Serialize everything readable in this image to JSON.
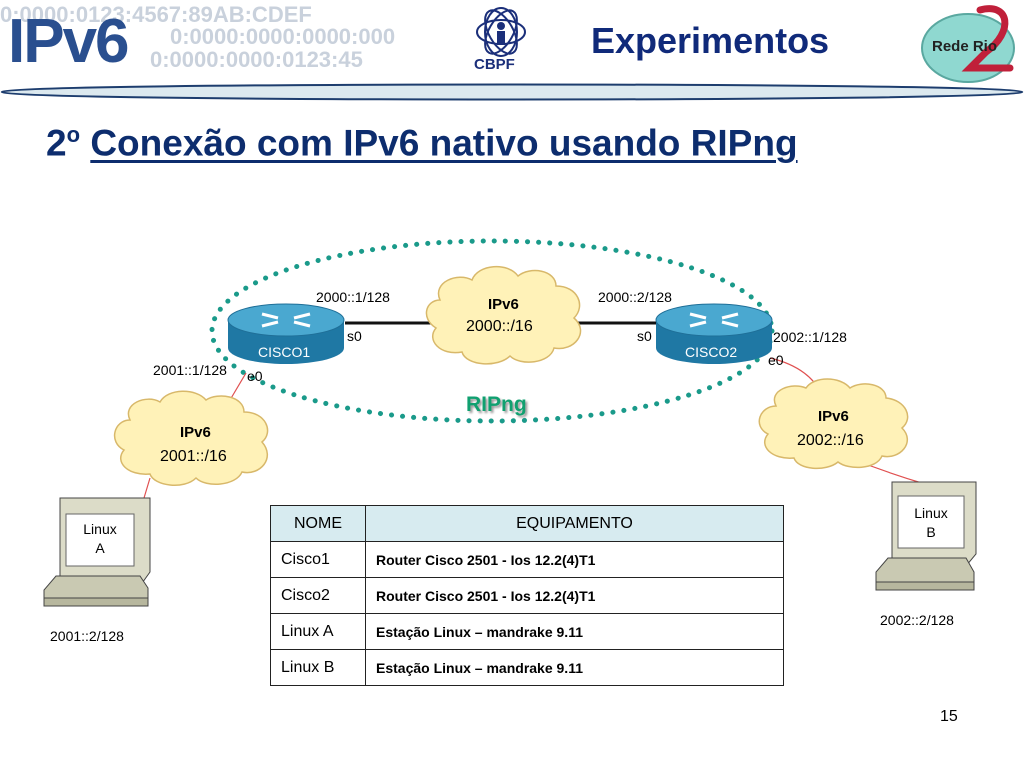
{
  "header": {
    "logo_text": "IPv6",
    "watermark_lines": [
      "0:0000:0123:4567:89AB:CDEF",
      "0:0000:0000:0000:000",
      "0:0000:0000:0123:45"
    ],
    "section_title": "Experimentos",
    "cbpf_logo_text": "CBPF",
    "rede_rio_logo_text": "Rede Rio"
  },
  "slide": {
    "title_number": "2",
    "title_ordinal": "o",
    "title_text": "Conexão com IPv6 nativo usando RIPng",
    "page_number": "15"
  },
  "diagram": {
    "routers": [
      {
        "id": "cisco1",
        "label": "CISCO1"
      },
      {
        "id": "cisco2",
        "label": "CISCO2"
      }
    ],
    "clouds": [
      {
        "id": "net2000",
        "title": "IPv6",
        "prefix": "2000::/16"
      },
      {
        "id": "net2001",
        "title": "IPv6",
        "prefix": "2001::/16"
      },
      {
        "id": "net2002",
        "title": "IPv6",
        "prefix": "2002::/16"
      }
    ],
    "interfaces": {
      "cisco1_s0_addr": "2000::1/128",
      "cisco2_s0_addr": "2000::2/128",
      "cisco1_s0": "s0",
      "cisco2_s0": "s0",
      "cisco1_e0_addr": "2001::1/128",
      "cisco1_e0": "e0",
      "cisco2_e0_addr": "2002::1/128",
      "cisco2_e0": "e0"
    },
    "protocol_label": "RIPng",
    "hosts": [
      {
        "id": "linux_a",
        "line1": "Linux",
        "line2": "A",
        "addr": "2001::2/128"
      },
      {
        "id": "linux_b",
        "line1": "Linux",
        "line2": "B",
        "addr": "2002::2/128"
      }
    ]
  },
  "table": {
    "headers": [
      "NOME",
      "EQUIPAMENTO"
    ],
    "rows": [
      [
        "Cisco1",
        "Router Cisco 2501 - Ios 12.2(4)T1"
      ],
      [
        "Cisco2",
        "Router Cisco 2501 - Ios 12.2(4)T1"
      ],
      [
        "Linux A",
        "Estação Linux – mandrake 9.11"
      ],
      [
        "Linux B",
        "Estação Linux – mandrake 9.11"
      ]
    ]
  },
  "colors": {
    "title": "#0d2d6e",
    "router": "#2e8fb8",
    "cloud_fill": "#fff2b8",
    "cloud_stroke": "#d8b86a",
    "ripng_ellipse": "#1a9a8a",
    "ripng_text": "#10a070",
    "link_red": "#e05050",
    "table_header": "#d7ebf0"
  }
}
